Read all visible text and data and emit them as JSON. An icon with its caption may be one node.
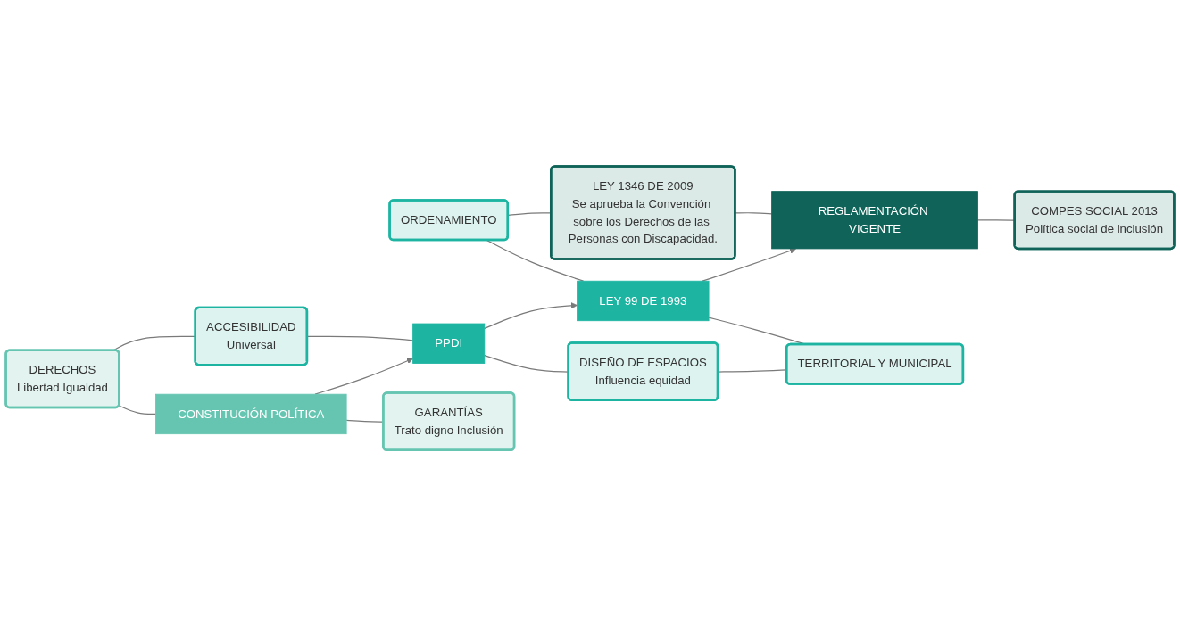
{
  "diagram": {
    "nodes": [
      {
        "text": [
          "DERECHOS",
          "Libertad Igualdad"
        ]
      },
      {
        "text": [
          "ACCESIBILIDAD",
          "Universal"
        ]
      },
      {
        "text": [
          "ORDENAMIENTO"
        ]
      },
      {
        "text": [
          "LEY 1346 DE 2009",
          "Se aprueba la Convención sobre los Derechos de las Personas con Discapacidad."
        ]
      },
      {
        "text": [
          "CONSTITUCIÓN POLÍTICA"
        ]
      },
      {
        "text": [
          "PPDI"
        ]
      },
      {
        "text": [
          "LEY 99 DE  1993"
        ]
      },
      {
        "text": [
          "REGLAMENTACIÓN VIGENTE"
        ]
      },
      {
        "text": [
          "GARANTÍAS",
          "Trato digno Inclusión"
        ]
      },
      {
        "text": [
          "DISEÑO DE ESPACIOS",
          "Influencia equidad"
        ]
      },
      {
        "text": [
          "TERRITORIAL Y MUNICIPAL"
        ]
      },
      {
        "text": [
          "COMPES SOCIAL 2013",
          "Política social de inclusión"
        ]
      }
    ],
    "edges": [
      {
        "from": 0,
        "to": 4,
        "arrow": "none"
      },
      {
        "from": 4,
        "to": 8,
        "arrow": "none"
      },
      {
        "from": 0,
        "to": 1,
        "arrow": "none"
      },
      {
        "from": 1,
        "to": 5,
        "arrow": "none"
      },
      {
        "from": 5,
        "to": 9,
        "arrow": "none"
      },
      {
        "from": 9,
        "to": 10,
        "arrow": "none"
      },
      {
        "from": 2,
        "to": 6,
        "arrow": "none"
      },
      {
        "from": 6,
        "to": 10,
        "arrow": "none"
      },
      {
        "from": 2,
        "to": 3,
        "arrow": "none"
      },
      {
        "from": 3,
        "to": 7,
        "arrow": "none"
      },
      {
        "from": 7,
        "to": 11,
        "arrow": "none"
      },
      {
        "from": 4,
        "to": 5,
        "arrow": "to"
      },
      {
        "from": 5,
        "to": 6,
        "arrow": "to"
      },
      {
        "from": 6,
        "to": 7,
        "arrow": "to"
      }
    ]
  }
}
